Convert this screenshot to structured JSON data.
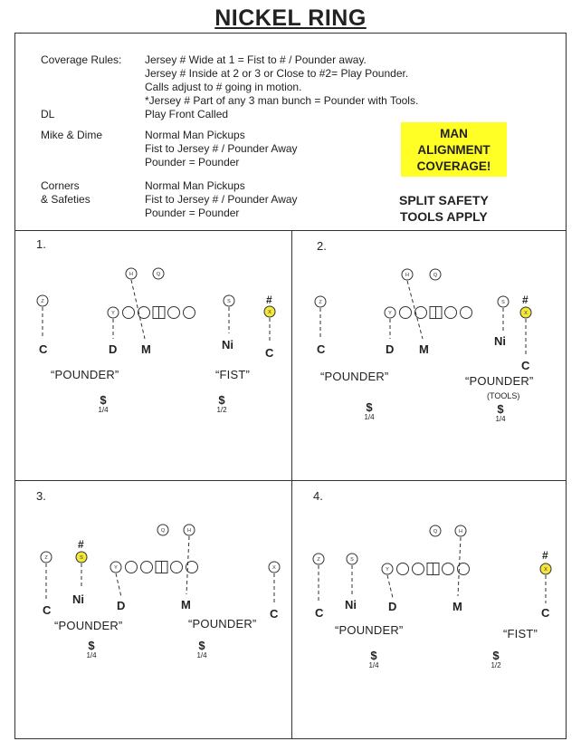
{
  "title": "NICKEL RING",
  "rules": {
    "coverage_label": "Coverage Rules:",
    "coverage_lines": [
      "Jersey # Wide at 1 = Fist to # / Pounder away.",
      "Jersey # Inside at 2 or 3 or Close to #2= Play Pounder.",
      "Calls adjust to # going in motion.",
      "*Jersey # Part of any 3 man bunch = Pounder with Tools."
    ],
    "dl_label": "DL",
    "dl_text": "Play Front Called",
    "mike_label": "Mike & Dime",
    "mike_lines": [
      "Normal Man Pickups",
      "Fist to Jersey # / Pounder Away",
      "Pounder = Pounder"
    ],
    "corners_label_1": "Corners",
    "corners_label_2": "& Safeties",
    "corners_lines": [
      "Normal Man Pickups",
      "Fist to Jersey # / Pounder Away",
      "Pounder = Pounder"
    ]
  },
  "callout": {
    "line1": "MAN",
    "line2": "ALIGNMENT",
    "line3": "COVERAGE!",
    "color": "#ffff26"
  },
  "split": {
    "line1": "SPLIT SAFETY",
    "line2": "TOOLS APPLY"
  },
  "highlight_color": "#f5e63a",
  "panels": [
    {
      "number": "1.",
      "hash": "#",
      "calls": [
        "“POUNDER”",
        "“FIST”"
      ],
      "calls_sub": "",
      "dollars": [
        {
          "sign": "$",
          "frac": "1/4"
        },
        {
          "sign": "$",
          "frac": "1/2"
        }
      ],
      "defenders": [
        "C",
        "D",
        "M",
        "Ni",
        "C"
      ],
      "players": [
        "Z",
        "Y",
        "H",
        "Q",
        "S",
        "X"
      ]
    },
    {
      "number": "2.",
      "hash": "#",
      "calls": [
        "“POUNDER”",
        "“POUNDER”"
      ],
      "calls_sub": "(TOOLS)",
      "dollars": [
        {
          "sign": "$",
          "frac": "1/4"
        },
        {
          "sign": "$",
          "frac": "1/4"
        }
      ],
      "defenders": [
        "C",
        "D",
        "M",
        "Ni",
        "C"
      ],
      "players": [
        "Z",
        "Y",
        "H",
        "Q",
        "S",
        "X"
      ]
    },
    {
      "number": "3.",
      "hash": "#",
      "calls": [
        "“POUNDER”",
        "“POUNDER”"
      ],
      "calls_sub": "",
      "dollars": [
        {
          "sign": "$",
          "frac": "1/4"
        },
        {
          "sign": "$",
          "frac": "1/4"
        }
      ],
      "defenders": [
        "C",
        "Ni",
        "D",
        "M",
        "C"
      ],
      "players": [
        "Z",
        "S",
        "Y",
        "Q",
        "H",
        "X"
      ]
    },
    {
      "number": "4.",
      "hash": "#",
      "calls": [
        "“POUNDER”",
        "“FIST”"
      ],
      "calls_sub": "",
      "dollars": [
        {
          "sign": "$",
          "frac": "1/4"
        },
        {
          "sign": "$",
          "frac": "1/2"
        }
      ],
      "defenders": [
        "C",
        "Ni",
        "D",
        "M",
        "C"
      ],
      "players": [
        "Z",
        "S",
        "Y",
        "Q",
        "H",
        "X"
      ]
    }
  ]
}
